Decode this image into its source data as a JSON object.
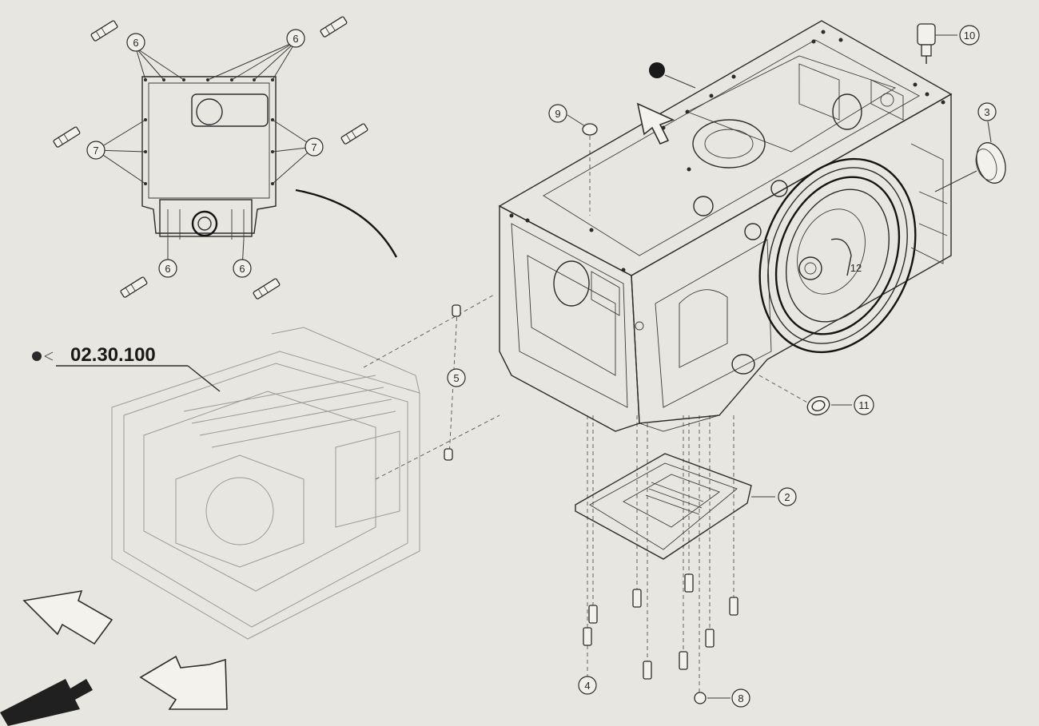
{
  "section_reference": "02.30.100",
  "callouts": [
    {
      "id": "c6a",
      "label": "6"
    },
    {
      "id": "c6b",
      "label": "6"
    },
    {
      "id": "c7a",
      "label": "7"
    },
    {
      "id": "c7b",
      "label": "7"
    },
    {
      "id": "c6c",
      "label": "6"
    },
    {
      "id": "c6d",
      "label": "6"
    },
    {
      "id": "c5",
      "label": "5"
    },
    {
      "id": "c9",
      "label": "9"
    },
    {
      "id": "c10",
      "label": "10"
    },
    {
      "id": "c3",
      "label": "3"
    },
    {
      "id": "c12",
      "label": "12"
    },
    {
      "id": "c11",
      "label": "11"
    },
    {
      "id": "c2",
      "label": "2"
    },
    {
      "id": "c4",
      "label": "4"
    },
    {
      "id": "c8",
      "label": "8"
    }
  ],
  "icons": {
    "previous": "arrow-up-left-icon",
    "next": "arrow-down-right-icon",
    "pointer": "mouse-pointer-icon"
  }
}
